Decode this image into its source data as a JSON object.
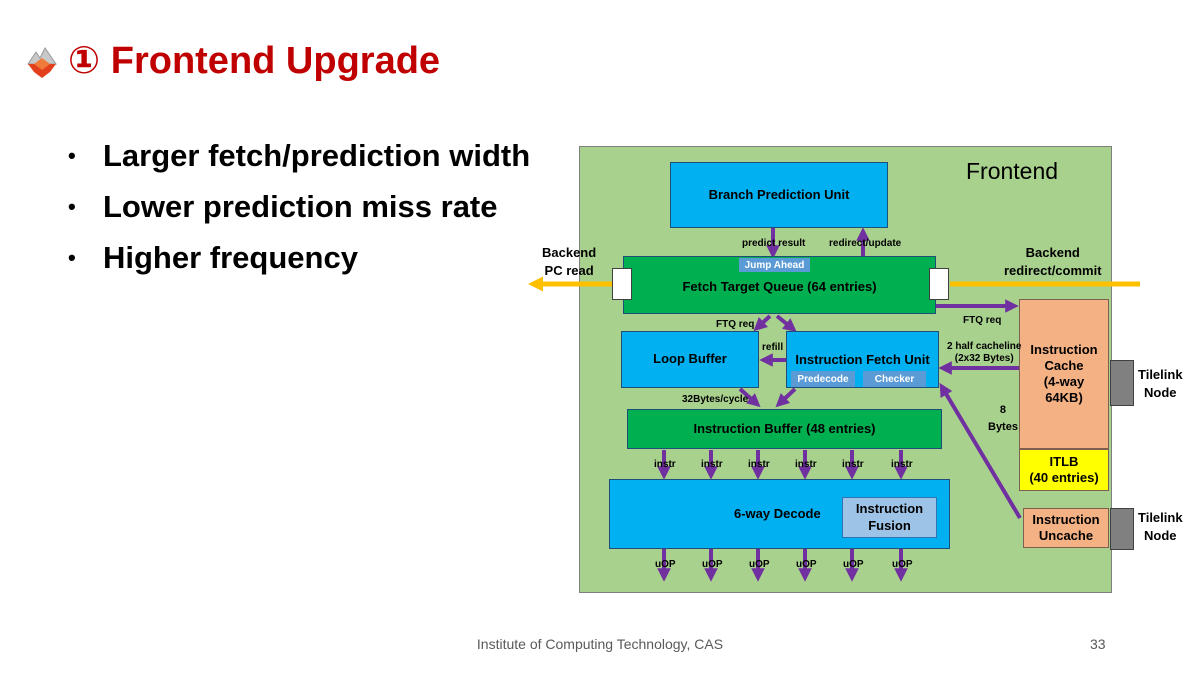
{
  "title": "① Frontend Upgrade",
  "bullets": [
    "Larger fetch/prediction width",
    "Lower prediction miss rate",
    "Higher frequency"
  ],
  "diagram": {
    "frontend_label": "Frontend",
    "bpu": "Branch Prediction Unit",
    "ftq": "Fetch Target Queue (64 entries)",
    "jump_ahead": "Jump Ahead",
    "loop_buffer": "Loop Buffer",
    "ifu": "Instruction Fetch Unit",
    "predecode": "Predecode",
    "checker": "Checker",
    "ibuffer": "Instruction Buffer (48 entries)",
    "decode": "6-way Decode",
    "fusion_line1": "Instruction",
    "fusion_line2": "Fusion",
    "icache_lines": [
      "Instruction",
      "Cache",
      "(4-way",
      "64KB)"
    ],
    "itlb_lines": [
      "ITLB",
      "(40 entries)"
    ],
    "uncache_lines": [
      "Instruction",
      "Uncache"
    ],
    "tilelink1_lines": [
      "Tilelink",
      "Node"
    ],
    "tilelink2_lines": [
      "Tilelink",
      "Node"
    ],
    "backend_left_lines": [
      "Backend",
      "PC read"
    ],
    "backend_right_lines": [
      "Backend",
      "redirect/commit"
    ],
    "predict_result": "predict result",
    "redirect_update": "redirect/update",
    "ftq_req_left": "FTQ req",
    "ftq_req_right": "FTQ req",
    "refill": "refill",
    "half_cacheline_lines": [
      "2 half cacheline",
      "(2x32 Bytes)"
    ],
    "eight_bytes_lines": [
      "8",
      "Bytes"
    ],
    "bytes_per_cycle": "32Bytes/cycle",
    "instr_labels": [
      "instr",
      "instr",
      "instr",
      "instr",
      "instr",
      "instr"
    ],
    "uop_labels": [
      "uOP",
      "uOP",
      "uOP",
      "uOP",
      "uOP",
      "uOP"
    ]
  },
  "footer": "Institute of Computing Technology, CAS",
  "page_number": "33",
  "colors": {
    "title": "#c00000",
    "frontend_bg": "#a9d18e",
    "unit_blue": "#00b0f0",
    "unit_green": "#00b050",
    "cache_orange": "#f4b183",
    "itlb_yellow": "#ffff00",
    "arrow_purple": "#7030a0",
    "backend_arrow": "#ffc000"
  }
}
